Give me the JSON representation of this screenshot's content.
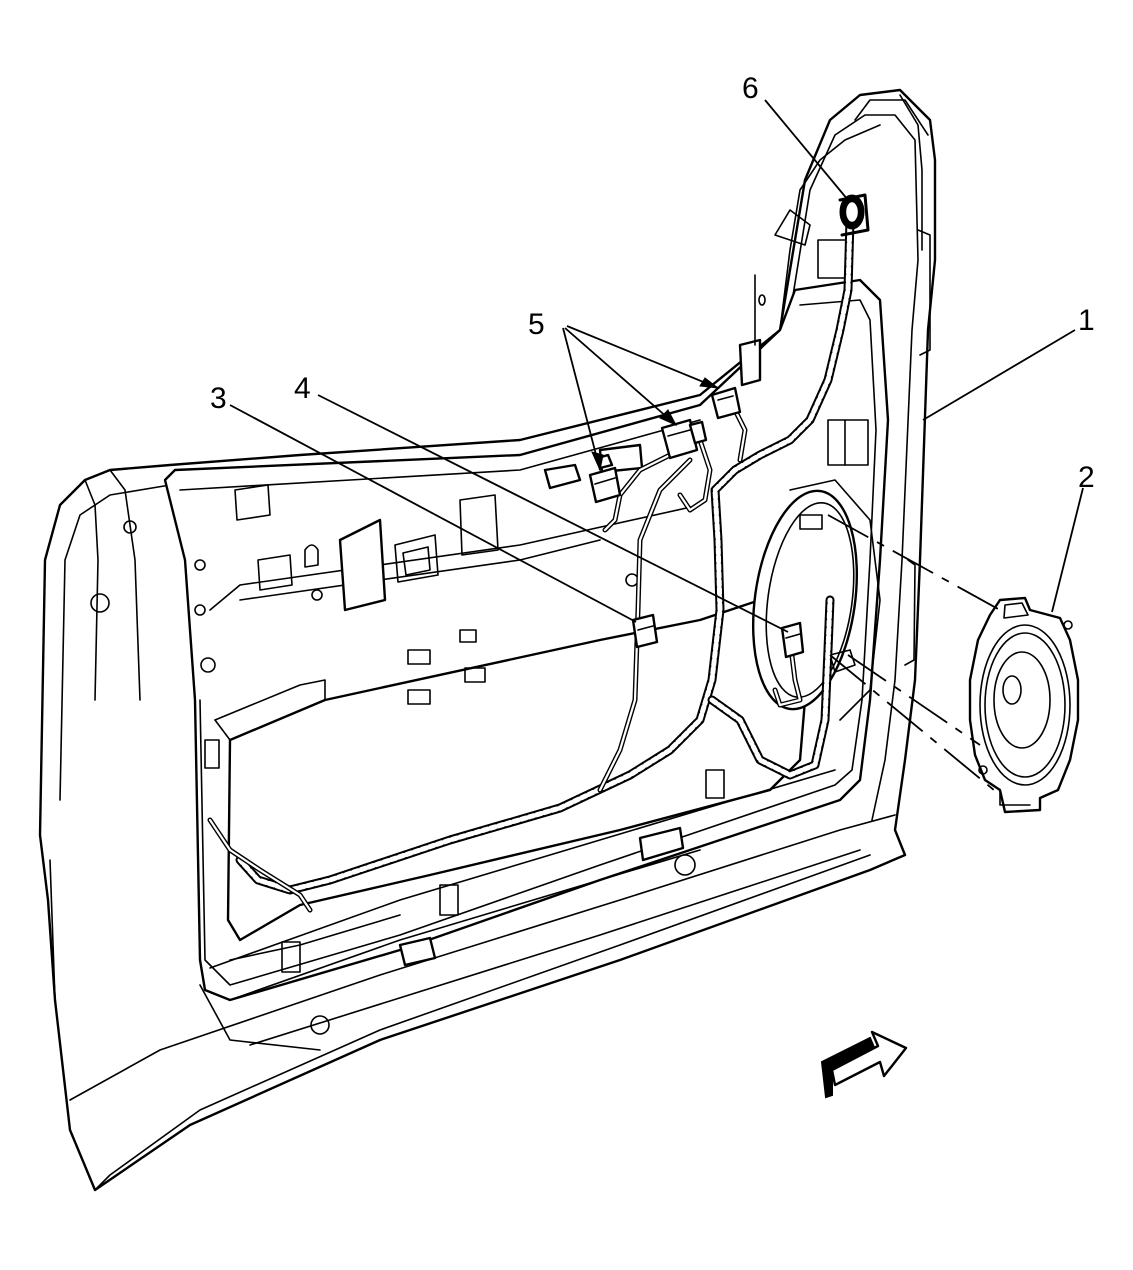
{
  "callouts": [
    {
      "id": "1",
      "label": "1"
    },
    {
      "id": "2",
      "label": "2"
    },
    {
      "id": "3",
      "label": "3"
    },
    {
      "id": "4",
      "label": "4"
    },
    {
      "id": "5",
      "label": "5"
    },
    {
      "id": "6",
      "label": "6"
    }
  ],
  "icons": {
    "direction_arrow": "front-direction-arrow-icon"
  }
}
